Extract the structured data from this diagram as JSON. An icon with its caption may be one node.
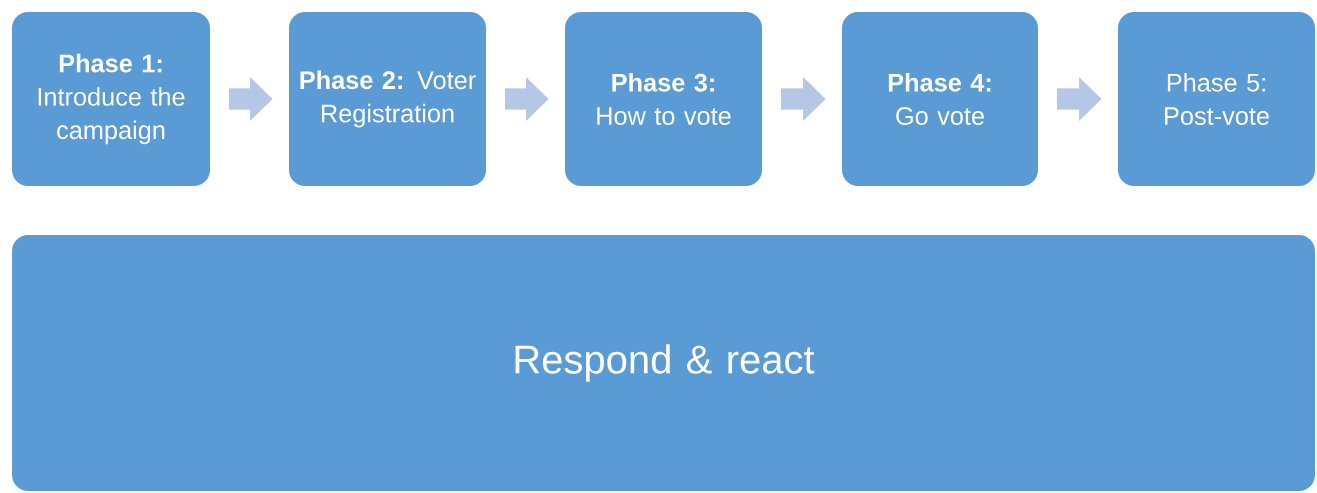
{
  "diagram": {
    "nodes": [
      {
        "text": [
          "**Phase 1:** Introduce the campaign"
        ]
      },
      {
        "text": [
          "**Phase 2:** Voter Registration"
        ]
      },
      {
        "text": [
          "**Phase 3:** How to vote"
        ]
      },
      {
        "text": [
          "**Phase 4:** Go vote"
        ]
      },
      {
        "text": [
          "Phase 5: Post-vote"
        ]
      },
      {
        "text": [
          "Respond & react"
        ]
      }
    ],
    "edges": [
      {
        "from": 0,
        "to": 1,
        "arrow": "to"
      },
      {
        "from": 1,
        "to": 2,
        "arrow": "to"
      },
      {
        "from": 2,
        "to": 3,
        "arrow": "to"
      },
      {
        "from": 3,
        "to": 4,
        "arrow": "to"
      }
    ]
  }
}
